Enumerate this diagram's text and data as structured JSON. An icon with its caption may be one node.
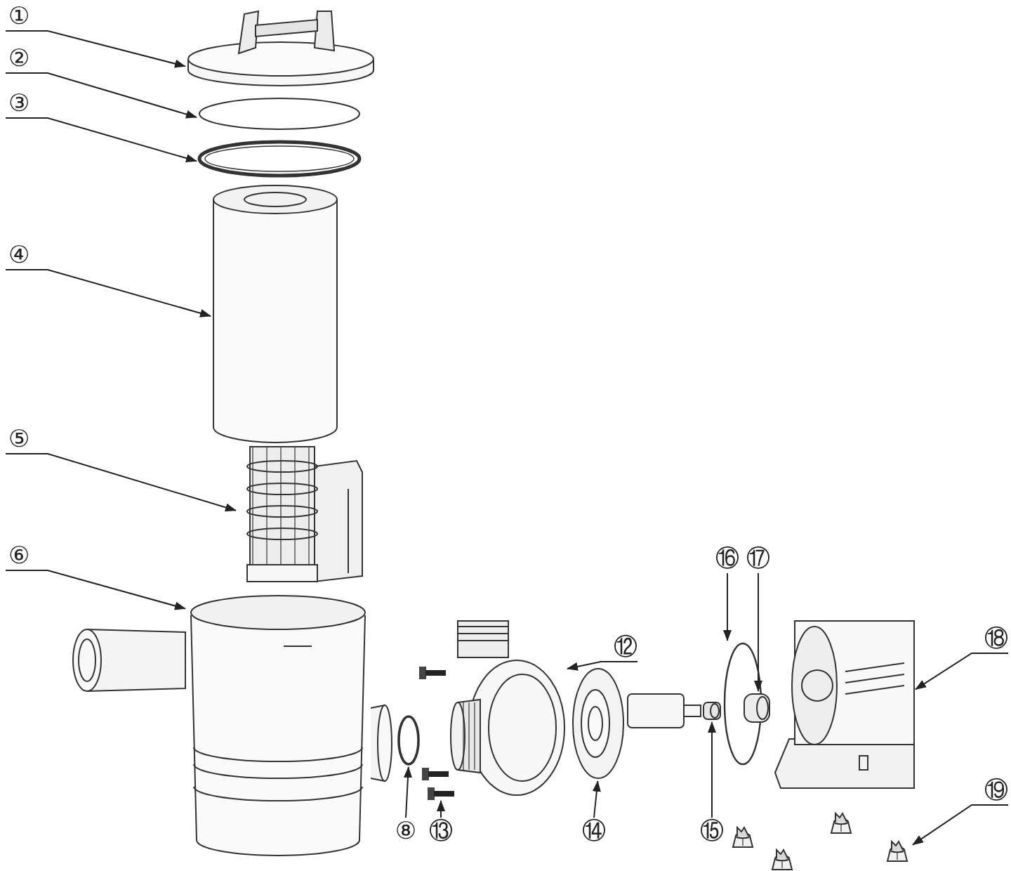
{
  "diagram": {
    "nodes": [
      {
        "text": [
          "①"
        ]
      },
      {
        "text": [
          "②"
        ]
      },
      {
        "text": [
          "③"
        ]
      },
      {
        "text": [
          "④"
        ]
      },
      {
        "text": [
          "⑤"
        ]
      },
      {
        "text": [
          "⑥"
        ]
      },
      {
        "text": [
          "⑯"
        ]
      },
      {
        "text": [
          "⑰"
        ]
      },
      {
        "text": [
          "⑱"
        ]
      },
      {
        "text": [
          "⑫"
        ]
      },
      {
        "text": [
          "⑲"
        ]
      },
      {
        "text": [
          "⑧"
        ]
      },
      {
        "text": [
          "⑬"
        ]
      },
      {
        "text": [
          "⑭"
        ]
      },
      {
        "text": [
          "⑮"
        ]
      },
      {
        "text": [],
        "shape": "picture"
      },
      {
        "text": [],
        "shape": "circle"
      },
      {
        "text": [],
        "shape": "circle"
      },
      {
        "text": [],
        "shape": "cylinder"
      },
      {
        "text": [],
        "shape": "picture"
      },
      {
        "text": [],
        "shape": "picture"
      },
      {
        "text": [],
        "shape": "circle"
      },
      {
        "text": [],
        "shape": "picture"
      },
      {
        "text": [],
        "shape": "picture"
      },
      {
        "text": [],
        "shape": "picture"
      },
      {
        "text": [],
        "shape": "picture"
      },
      {
        "text": [],
        "shape": "circle"
      },
      {
        "text": [],
        "shape": "picture"
      },
      {
        "text": [],
        "shape": "picture"
      },
      {
        "text": [],
        "shape": "picture"
      }
    ],
    "edges": [
      {
        "from": 0,
        "to": 15,
        "arrow": "to"
      },
      {
        "from": 1,
        "to": 16,
        "arrow": "to"
      },
      {
        "from": 2,
        "to": 17,
        "arrow": "to"
      },
      {
        "from": 3,
        "to": 18,
        "arrow": "to"
      },
      {
        "from": 4,
        "to": 19,
        "arrow": "to"
      },
      {
        "from": 5,
        "to": 20,
        "arrow": "to"
      },
      {
        "from": 6,
        "to": 21,
        "arrow": "to"
      },
      {
        "from": 7,
        "to": 22,
        "arrow": "to"
      },
      {
        "from": 8,
        "to": 23,
        "arrow": "to"
      },
      {
        "from": 9,
        "to": 24,
        "arrow": "to"
      },
      {
        "from": 10,
        "to": 25,
        "arrow": "to"
      },
      {
        "from": 11,
        "to": 26,
        "arrow": "to"
      },
      {
        "from": 12,
        "to": 27,
        "arrow": "to"
      },
      {
        "from": 13,
        "to": 28,
        "arrow": "to"
      },
      {
        "from": 14,
        "to": 29,
        "arrow": "to"
      }
    ]
  }
}
